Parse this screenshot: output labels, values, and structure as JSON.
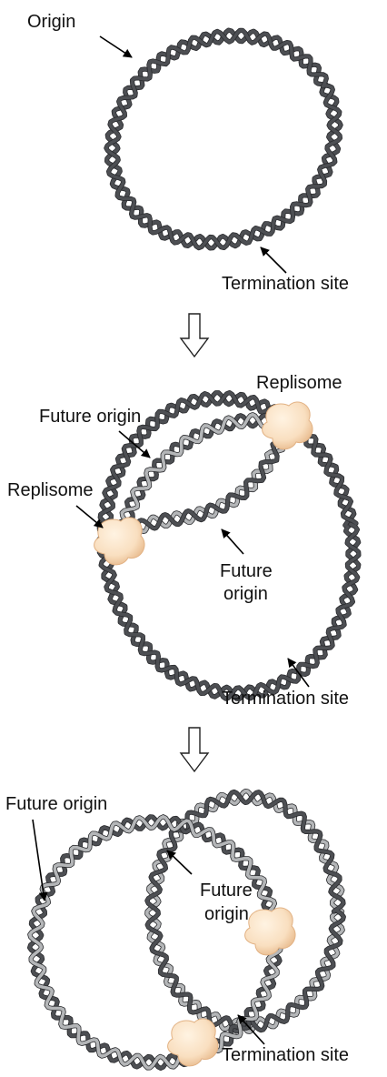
{
  "colors": {
    "dark_strand": "#4d4f53",
    "light_strand": "#b4b6b8",
    "replisome_fill": "#f9dfc0",
    "replisome_shadow": "#e7b98b",
    "arrow": "#000000"
  },
  "panel1": {
    "origin_label": "Origin",
    "termination_label": "Termination site"
  },
  "panel2": {
    "replisome_top_label": "Replisome",
    "replisome_left_label": "Replisome",
    "future_origin_outer_label": "Future origin",
    "future_origin_inner_line1": "Future",
    "future_origin_inner_line2": "origin",
    "termination_label": "Termination site"
  },
  "panel3": {
    "future_origin_outer_label": "Future origin",
    "future_origin_inner_line1": "Future",
    "future_origin_inner_line2": "origin",
    "termination_label": "Termination site"
  },
  "icons": {
    "step_arrow": "hollow-down-arrow-icon",
    "replisome": "replisome-blob-icon"
  }
}
